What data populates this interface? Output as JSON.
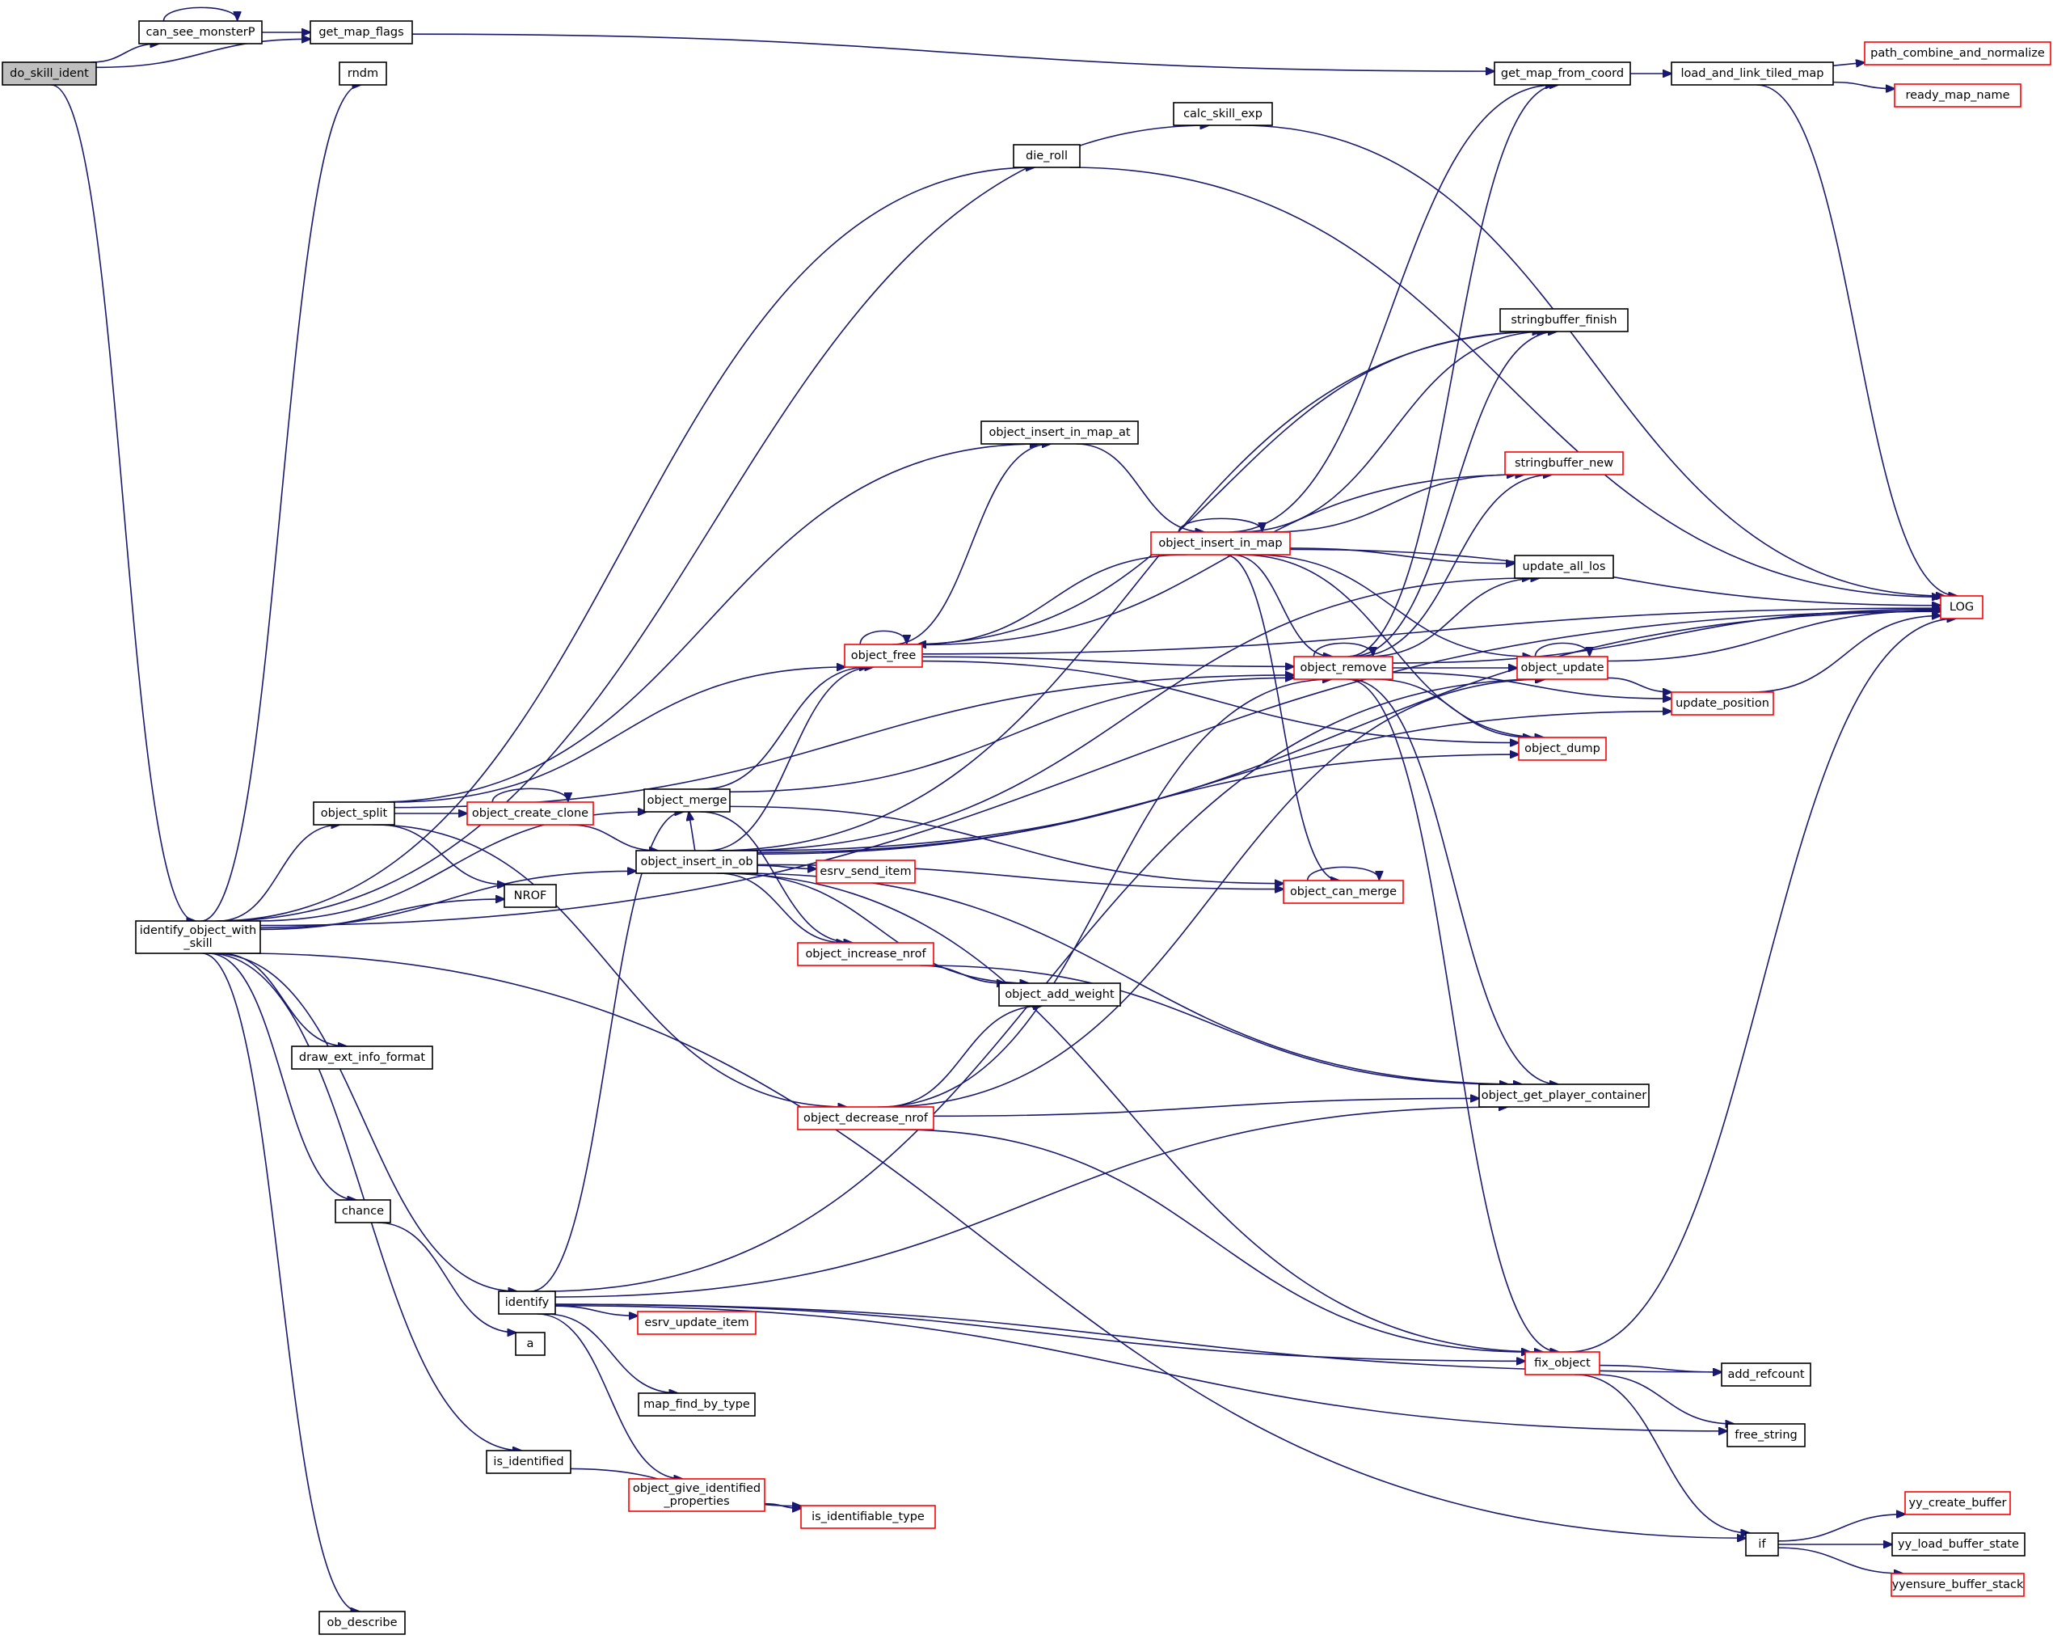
{
  "diagram": {
    "type": "call-graph",
    "colors": {
      "edge": "#191970",
      "node_border": "#000000",
      "node_border_more": "#ff0000",
      "start_fill": "#bfbfbf",
      "background": "#ffffff"
    },
    "nodes": {
      "do_skill_ident": {
        "label": "do_skill_ident",
        "style": "start"
      },
      "can_see_monsterP": {
        "label": "can_see_monsterP",
        "style": "normal"
      },
      "get_map_flags": {
        "label": "get_map_flags",
        "style": "normal"
      },
      "rndm": {
        "label": "rndm",
        "style": "normal"
      },
      "calc_skill_exp": {
        "label": "calc_skill_exp",
        "style": "normal"
      },
      "die_roll": {
        "label": "die_roll",
        "style": "normal"
      },
      "get_map_from_coord": {
        "label": "get_map_from_coord",
        "style": "normal"
      },
      "load_and_link_tiled_map": {
        "label": "load_and_link_tiled_map",
        "style": "normal"
      },
      "path_combine_and_normalize": {
        "label": "path_combine_and_normalize",
        "style": "red"
      },
      "ready_map_name": {
        "label": "ready_map_name",
        "style": "red"
      },
      "LOG": {
        "label": "LOG",
        "style": "red"
      },
      "stringbuffer_finish": {
        "label": "stringbuffer_finish",
        "style": "normal"
      },
      "object_insert_in_map_at": {
        "label": "object_insert_in_map_at",
        "style": "normal"
      },
      "stringbuffer_new": {
        "label": "stringbuffer_new",
        "style": "red"
      },
      "object_insert_in_map": {
        "label": "object_insert_in_map",
        "style": "red"
      },
      "update_all_los": {
        "label": "update_all_los",
        "style": "normal"
      },
      "object_free": {
        "label": "object_free",
        "style": "red"
      },
      "object_remove": {
        "label": "object_remove",
        "style": "red"
      },
      "object_update": {
        "label": "object_update",
        "style": "red"
      },
      "update_position": {
        "label": "update_position",
        "style": "red"
      },
      "object_dump": {
        "label": "object_dump",
        "style": "red"
      },
      "object_merge": {
        "label": "object_merge",
        "style": "normal"
      },
      "object_split": {
        "label": "object_split",
        "style": "normal"
      },
      "object_create_clone": {
        "label": "object_create_clone",
        "style": "red"
      },
      "object_insert_in_ob": {
        "label": "object_insert_in_ob",
        "style": "normal"
      },
      "esrv_send_item": {
        "label": "esrv_send_item",
        "style": "red"
      },
      "object_can_merge": {
        "label": "object_can_merge",
        "style": "red"
      },
      "NROF": {
        "label": "NROF",
        "style": "normal"
      },
      "identify_object_with_skill": {
        "label": "identify_object_with\n_skill",
        "style": "normal"
      },
      "object_increase_nrof": {
        "label": "object_increase_nrof",
        "style": "red"
      },
      "object_add_weight": {
        "label": "object_add_weight",
        "style": "normal"
      },
      "draw_ext_info_format": {
        "label": "draw_ext_info_format",
        "style": "normal"
      },
      "object_get_player_container": {
        "label": "object_get_player_container",
        "style": "normal"
      },
      "object_decrease_nrof": {
        "label": "object_decrease_nrof",
        "style": "red"
      },
      "chance": {
        "label": "chance",
        "style": "normal"
      },
      "identify": {
        "label": "identify",
        "style": "normal"
      },
      "esrv_update_item": {
        "label": "esrv_update_item",
        "style": "red"
      },
      "a": {
        "label": "a",
        "style": "normal"
      },
      "fix_object": {
        "label": "fix_object",
        "style": "red"
      },
      "add_refcount": {
        "label": "add_refcount",
        "style": "normal"
      },
      "map_find_by_type": {
        "label": "map_find_by_type",
        "style": "normal"
      },
      "free_string": {
        "label": "free_string",
        "style": "normal"
      },
      "is_identified": {
        "label": "is_identified",
        "style": "normal"
      },
      "object_give_identified_properties": {
        "label": "object_give_identified\n_properties",
        "style": "red"
      },
      "is_identifiable_type": {
        "label": "is_identifiable_type",
        "style": "red"
      },
      "yy_create_buffer": {
        "label": "yy_create_buffer",
        "style": "red"
      },
      "if": {
        "label": "if",
        "style": "normal"
      },
      "yy_load_buffer_state": {
        "label": "yy_load_buffer_state",
        "style": "normal"
      },
      "yyensure_buffer_stack": {
        "label": "yyensure_buffer_stack",
        "style": "red"
      },
      "ob_describe": {
        "label": "ob_describe",
        "style": "normal"
      }
    },
    "edges": [
      [
        "do_skill_ident",
        "can_see_monsterP"
      ],
      [
        "do_skill_ident",
        "get_map_flags"
      ],
      [
        "do_skill_ident",
        "identify_object_with_skill"
      ],
      [
        "can_see_monsterP",
        "can_see_monsterP"
      ],
      [
        "can_see_monsterP",
        "get_map_flags"
      ],
      [
        "get_map_flags",
        "get_map_from_coord"
      ],
      [
        "get_map_from_coord",
        "load_and_link_tiled_map"
      ],
      [
        "load_and_link_tiled_map",
        "path_combine_and_normalize"
      ],
      [
        "load_and_link_tiled_map",
        "ready_map_name"
      ],
      [
        "load_and_link_tiled_map",
        "LOG"
      ],
      [
        "calc_skill_exp",
        "LOG"
      ],
      [
        "die_roll",
        "LOG"
      ],
      [
        "identify_object_with_skill",
        "rndm"
      ],
      [
        "identify_object_with_skill",
        "calc_skill_exp"
      ],
      [
        "identify_object_with_skill",
        "die_roll"
      ],
      [
        "identify_object_with_skill",
        "LOG"
      ],
      [
        "identify_object_with_skill",
        "object_split"
      ],
      [
        "identify_object_with_skill",
        "NROF"
      ],
      [
        "identify_object_with_skill",
        "object_merge"
      ],
      [
        "identify_object_with_skill",
        "object_insert_in_ob"
      ],
      [
        "identify_object_with_skill",
        "draw_ext_info_format"
      ],
      [
        "identify_object_with_skill",
        "chance"
      ],
      [
        "identify_object_with_skill",
        "identify"
      ],
      [
        "identify_object_with_skill",
        "is_identified"
      ],
      [
        "identify_object_with_skill",
        "if"
      ],
      [
        "identify_object_with_skill",
        "ob_describe"
      ],
      [
        "object_split",
        "object_insert_in_map_at"
      ],
      [
        "object_split",
        "object_remove"
      ],
      [
        "object_split",
        "object_free"
      ],
      [
        "object_split",
        "object_create_clone"
      ],
      [
        "object_split",
        "NROF"
      ],
      [
        "object_split",
        "object_decrease_nrof"
      ],
      [
        "object_create_clone",
        "object_create_clone"
      ],
      [
        "object_create_clone",
        "object_insert_in_ob"
      ],
      [
        "object_insert_in_map_at",
        "object_insert_in_map"
      ],
      [
        "object_insert_in_map",
        "object_insert_in_map"
      ],
      [
        "object_insert_in_map",
        "get_map_from_coord"
      ],
      [
        "object_insert_in_map",
        "stringbuffer_finish"
      ],
      [
        "object_insert_in_map",
        "stringbuffer_new"
      ],
      [
        "object_insert_in_map",
        "update_all_los"
      ],
      [
        "object_insert_in_map",
        "LOG"
      ],
      [
        "object_insert_in_map",
        "object_remove"
      ],
      [
        "object_insert_in_map",
        "object_update"
      ],
      [
        "object_insert_in_map",
        "object_dump"
      ],
      [
        "object_insert_in_map",
        "object_free"
      ],
      [
        "object_insert_in_map",
        "object_can_merge"
      ],
      [
        "object_free",
        "object_free"
      ],
      [
        "object_free",
        "stringbuffer_finish"
      ],
      [
        "object_free",
        "object_insert_in_map_at"
      ],
      [
        "object_free",
        "stringbuffer_new"
      ],
      [
        "object_free",
        "object_remove"
      ],
      [
        "object_free",
        "object_dump"
      ],
      [
        "object_free",
        "LOG"
      ],
      [
        "object_remove",
        "object_remove"
      ],
      [
        "object_remove",
        "get_map_from_coord"
      ],
      [
        "object_remove",
        "stringbuffer_finish"
      ],
      [
        "object_remove",
        "stringbuffer_new"
      ],
      [
        "object_remove",
        "update_all_los"
      ],
      [
        "object_remove",
        "LOG"
      ],
      [
        "object_remove",
        "object_update"
      ],
      [
        "object_remove",
        "update_position"
      ],
      [
        "object_remove",
        "object_dump"
      ],
      [
        "object_remove",
        "object_get_player_container"
      ],
      [
        "object_remove",
        "fix_object"
      ],
      [
        "object_update",
        "object_update"
      ],
      [
        "object_update",
        "LOG"
      ],
      [
        "object_update",
        "update_position"
      ],
      [
        "update_position",
        "LOG"
      ],
      [
        "object_merge",
        "object_free"
      ],
      [
        "object_merge",
        "object_remove"
      ],
      [
        "object_merge",
        "object_can_merge"
      ],
      [
        "object_merge",
        "object_increase_nrof"
      ],
      [
        "object_insert_in_ob",
        "stringbuffer_finish"
      ],
      [
        "object_insert_in_ob",
        "object_free"
      ],
      [
        "object_insert_in_ob",
        "object_merge"
      ],
      [
        "object_insert_in_ob",
        "update_all_los"
      ],
      [
        "object_insert_in_ob",
        "esrv_send_item"
      ],
      [
        "object_insert_in_ob",
        "object_can_merge"
      ],
      [
        "object_insert_in_ob",
        "object_dump"
      ],
      [
        "object_insert_in_ob",
        "object_increase_nrof"
      ],
      [
        "object_insert_in_ob",
        "object_add_weight"
      ],
      [
        "object_insert_in_ob",
        "update_position"
      ],
      [
        "object_insert_in_ob",
        "object_get_player_container"
      ],
      [
        "object_insert_in_ob",
        "LOG"
      ],
      [
        "object_insert_in_ob",
        "fix_object"
      ],
      [
        "object_can_merge",
        "object_can_merge"
      ],
      [
        "object_increase_nrof",
        "object_add_weight"
      ],
      [
        "object_increase_nrof",
        "object_get_player_container"
      ],
      [
        "object_decrease_nrof",
        "object_add_weight"
      ],
      [
        "object_decrease_nrof",
        "object_remove"
      ],
      [
        "object_decrease_nrof",
        "object_update"
      ],
      [
        "object_decrease_nrof",
        "object_get_player_container"
      ],
      [
        "object_decrease_nrof",
        "fix_object"
      ],
      [
        "chance",
        "a"
      ],
      [
        "identify",
        "object_merge"
      ],
      [
        "identify",
        "object_update"
      ],
      [
        "identify",
        "object_get_player_container"
      ],
      [
        "identify",
        "esrv_update_item"
      ],
      [
        "identify",
        "fix_object"
      ],
      [
        "identify",
        "map_find_by_type"
      ],
      [
        "identify",
        "add_refcount"
      ],
      [
        "identify",
        "free_string"
      ],
      [
        "identify",
        "object_give_identified_properties"
      ],
      [
        "object_give_identified_properties",
        "is_identifiable_type"
      ],
      [
        "is_identified",
        "is_identifiable_type"
      ],
      [
        "fix_object",
        "LOG"
      ],
      [
        "fix_object",
        "add_refcount"
      ],
      [
        "fix_object",
        "free_string"
      ],
      [
        "fix_object",
        "if"
      ],
      [
        "if",
        "yy_create_buffer"
      ],
      [
        "if",
        "yy_load_buffer_state"
      ],
      [
        "if",
        "yyensure_buffer_stack"
      ]
    ]
  }
}
